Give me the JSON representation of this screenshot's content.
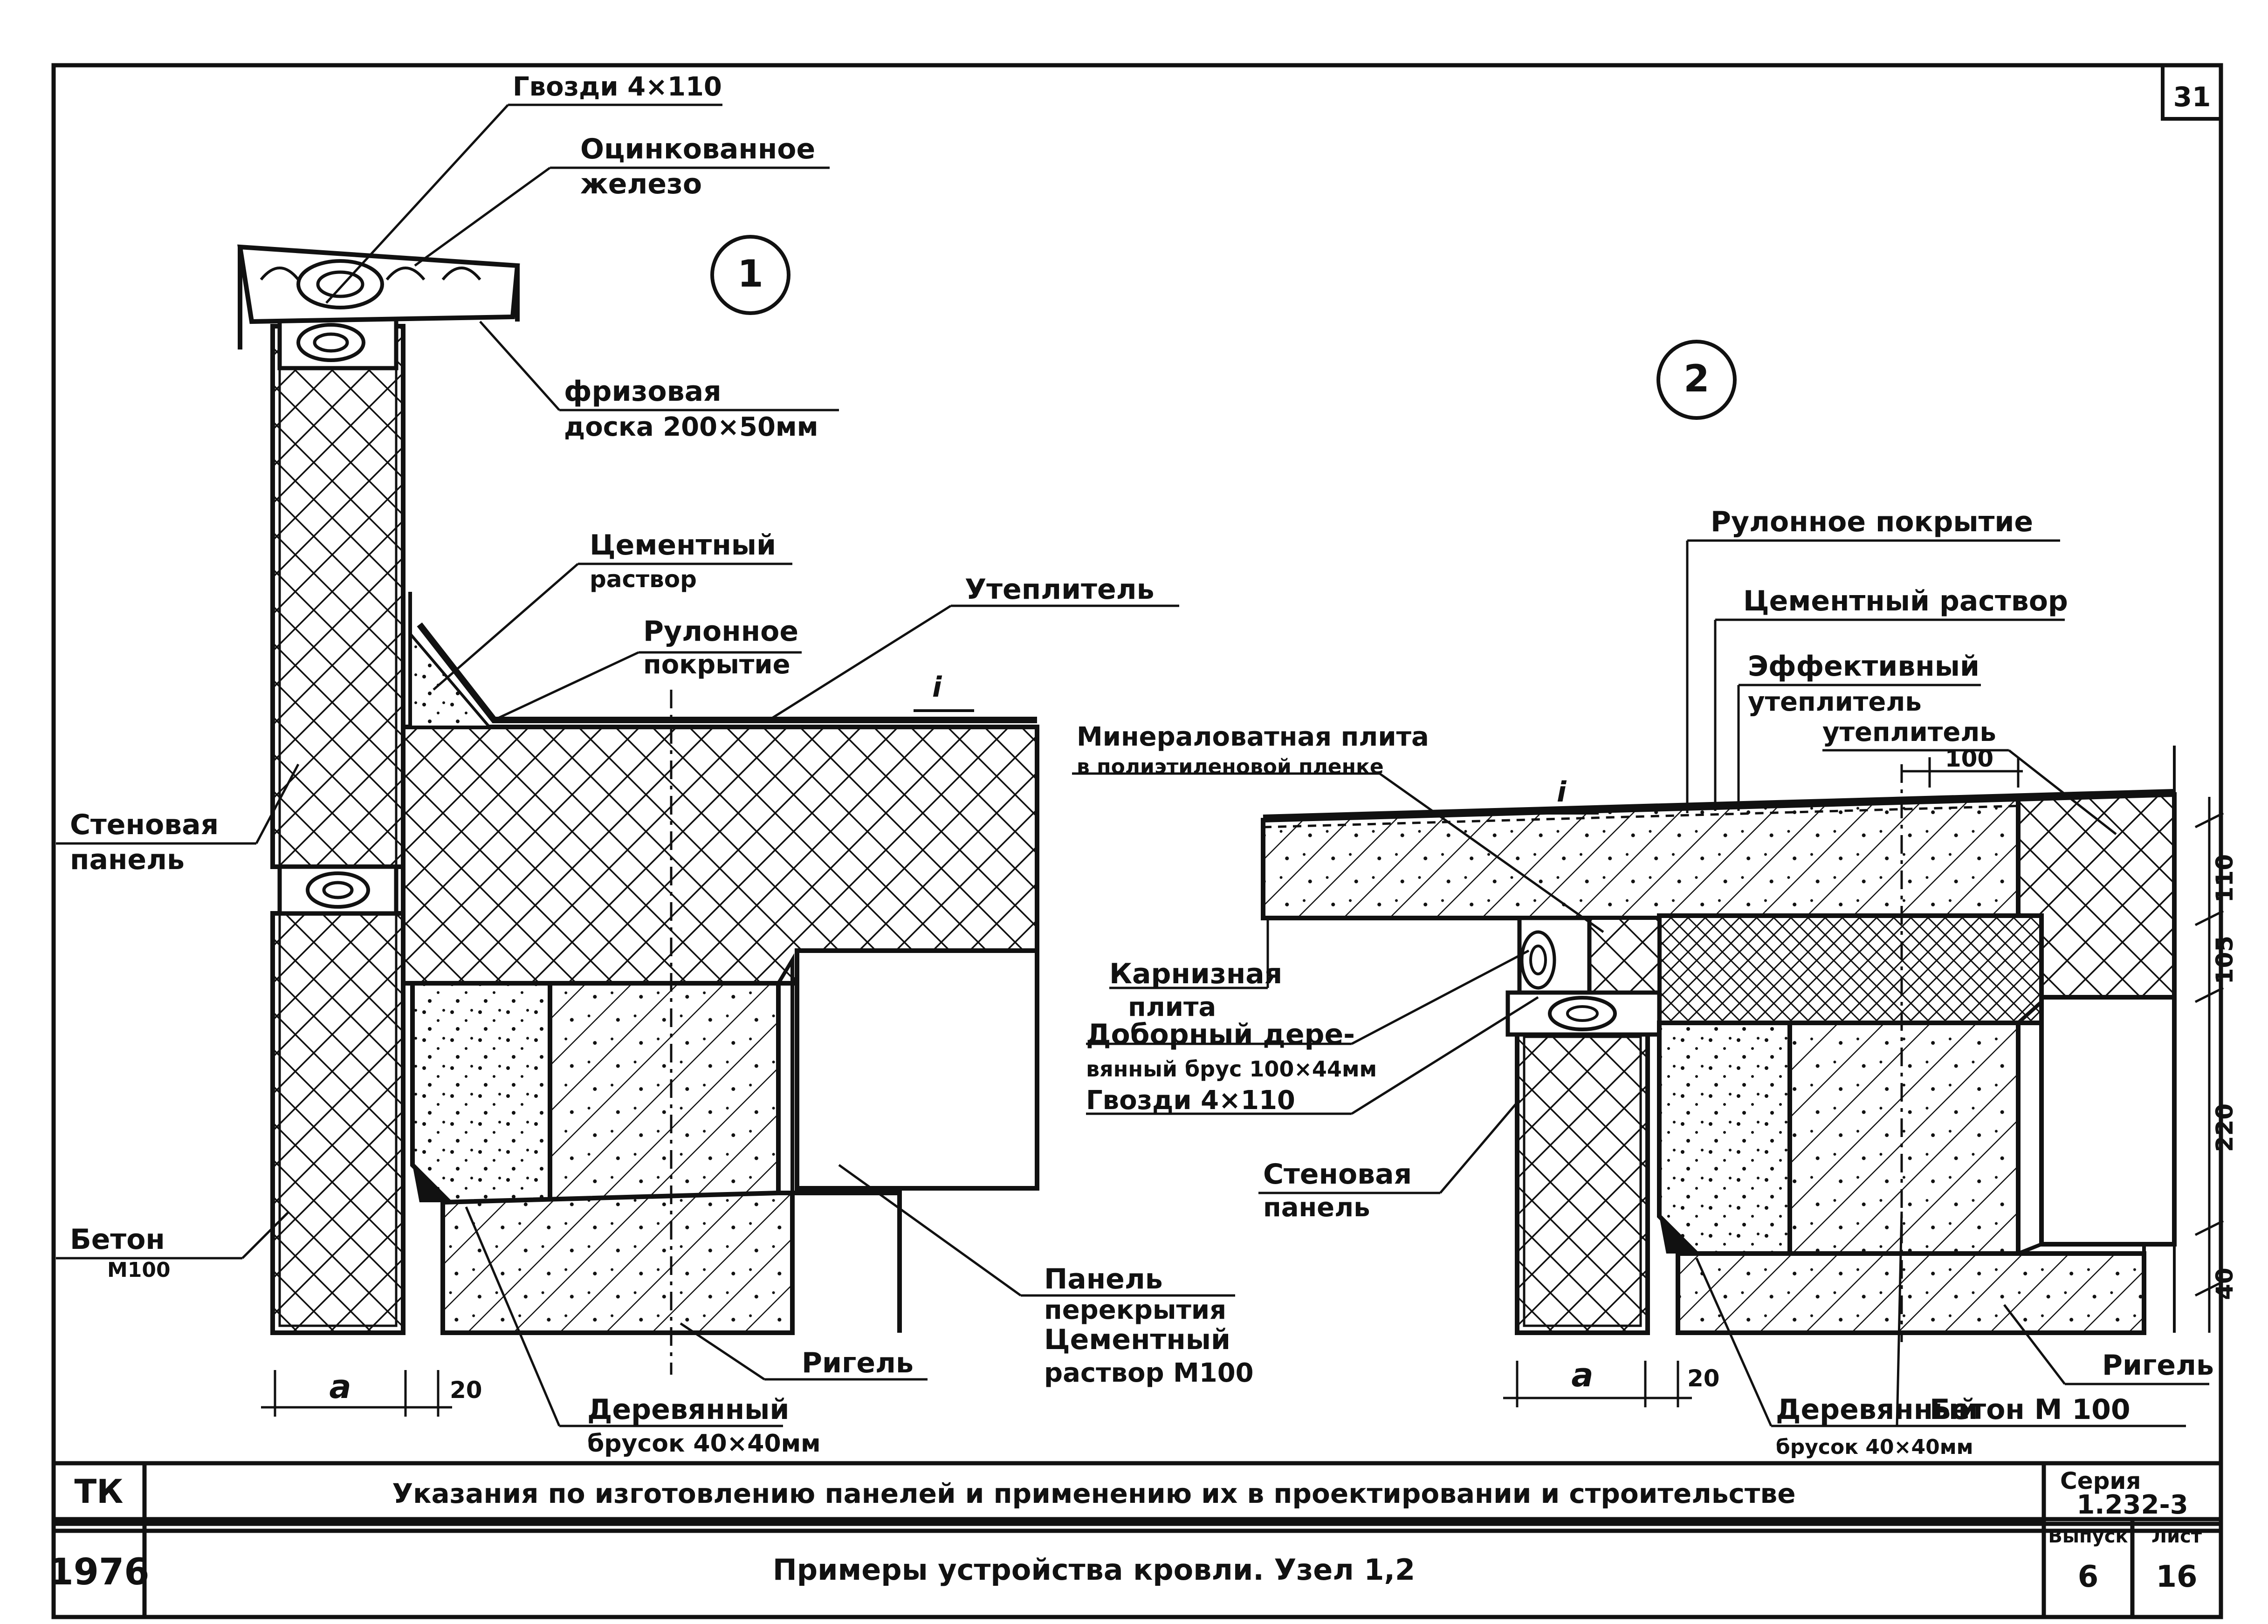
{
  "sheet": {
    "page_number": "31",
    "title_block": {
      "org": "ТК",
      "year": "1976",
      "main_title": "Указания по изготовлению панелей и применению их в проектировании и строительстве",
      "subtitle": "Примеры устройства кровли. Узел 1,2",
      "series_label": "Серия",
      "series_value": "1.232-3",
      "issue_label": "Выпуск",
      "issue_value": "6",
      "sheet_label": "Лист",
      "sheet_value": "16"
    }
  },
  "node1": {
    "number": "1",
    "labels": {
      "nails": "Гвозди 4×110",
      "galv_1": "Оцинкованное",
      "galv_2": "железо",
      "board_1": "фризовая",
      "board_2": "доска 200×50мм",
      "mortar_1": "Цементный",
      "mortar_2": "раствор",
      "insul": "Утеплитель",
      "roll_1": "Рулонное",
      "roll_2": "покрытие",
      "slope": "i",
      "wall_1": "Стеновая",
      "wall_2": "панель",
      "concrete_1": "Бетон",
      "concrete_2": "М100",
      "slab_1": "Панель",
      "slab_2": "перекрытия",
      "mortar2_1": "Цементный",
      "mortar2_2": "раствор М100",
      "beam": "Ригель",
      "bar_1": "Деревянный",
      "bar_2": "брусок 40×40мм",
      "dim_a": "a",
      "dim_20": "20"
    }
  },
  "node2": {
    "number": "2",
    "labels": {
      "roll": "Рулонное покрытие",
      "mortar": "Цементный раствор",
      "eff_1": "Эффективный",
      "eff_2": "утеплитель",
      "insul": "утеплитель",
      "dim_100": "100",
      "mineral_1": "Минераловатная плита",
      "mineral_2": "в полиэтиленовой пленке",
      "slope": "i",
      "cornice_1": "Карнизная",
      "cornice_2": "плита",
      "addbar_1": "Доборный дере-",
      "addbar_2": "вянный брус 100×44мм",
      "nails": "Гвозди 4×110",
      "wall_1": "Стеновая",
      "wall_2": "панель",
      "beam": "Ригель",
      "bar_1": "Деревянный",
      "bar_2": "брусок 40×40мм",
      "concrete": "Бетон М 100",
      "dim_a": "a",
      "dim_20": "20",
      "dims_right": [
        "110",
        "105",
        "220",
        "40"
      ]
    }
  }
}
